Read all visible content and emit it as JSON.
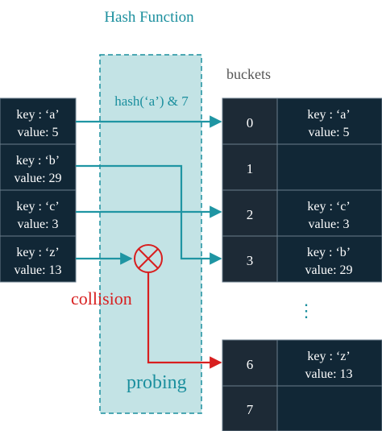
{
  "title": "Hash Function",
  "hash_label": "hash(‘a’) & 7",
  "buckets_label": "buckets",
  "collision_label": "collision",
  "probing_label": "probing",
  "ellipsis": "⋮",
  "keys": [
    {
      "key": "key : ‘a’",
      "value": "value: 5"
    },
    {
      "key": "key : ‘b’",
      "value": "value: 29"
    },
    {
      "key": "key : ‘c’",
      "value": "value: 3"
    },
    {
      "key": "key : ‘z’",
      "value": "value: 13"
    }
  ],
  "buckets_top": [
    {
      "index": "0",
      "key": "key : ‘a’",
      "value": "value: 5"
    },
    {
      "index": "1",
      "key": "",
      "value": ""
    },
    {
      "index": "2",
      "key": "key : ‘c’",
      "value": "value: 3"
    },
    {
      "index": "3",
      "key": "key : ‘b’",
      "value": "value: 29"
    }
  ],
  "buckets_bottom": [
    {
      "index": "6",
      "key": "key : ‘z’",
      "value": "value: 13"
    },
    {
      "index": "7",
      "key": "",
      "value": ""
    }
  ],
  "colors": {
    "dark_cell": "#1d2a36",
    "entry_cell": "#112736",
    "teal": "#1b8f9e",
    "arrow_teal": "#1f95a3",
    "red": "#d81f1f",
    "band": "#c3e3e5",
    "text_light": "#ffffff"
  }
}
